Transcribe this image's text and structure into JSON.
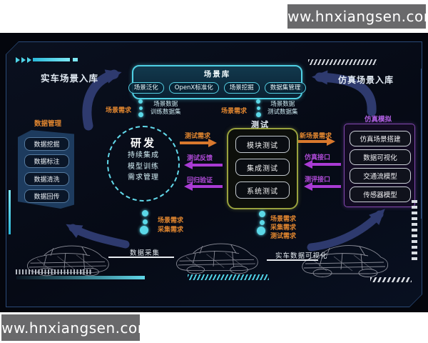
{
  "watermark": {
    "text": "www.hnxiangsen.com"
  },
  "colors": {
    "accent_cyan": "#5bd8e8",
    "accent_orange": "#e1862f",
    "accent_magenta": "#b04bd8",
    "test_border": "#99a23e",
    "sim_border": "#8348b0",
    "panel_border": "#2a4a78"
  },
  "top": {
    "real_entry": "实车场景入库",
    "sim_entry": "仿真场景入库"
  },
  "scenario_library": {
    "title": "场景库",
    "pills": [
      "场景泛化",
      "OpenX标准化",
      "场景挖掘",
      "数据集管理"
    ]
  },
  "left_link": {
    "demand": "场景需求",
    "data_line1": "场景数据",
    "data_line2": "训练数据集"
  },
  "right_link": {
    "demand": "场景需求",
    "data_line1": "场景数据",
    "data_line2": "测试数据集"
  },
  "rnd": {
    "title": "研发",
    "items": [
      "持续集成",
      "模型训练",
      "需求管理"
    ]
  },
  "test": {
    "title": "测试",
    "items": [
      "模块测试",
      "集成测试",
      "系统测试"
    ]
  },
  "sim": {
    "title": "仿真模拟",
    "items": [
      "仿真场景搭建",
      "数据可视化",
      "交通流模型",
      "传感器模型"
    ]
  },
  "data_mgmt": {
    "title": "数据管理",
    "items": [
      "数据挖掘",
      "数据标注",
      "数据清洗",
      "数据回传"
    ]
  },
  "rnd_test_arrows": {
    "forward": "测试需求",
    "back1": "测试反馈",
    "back2": "回归验证"
  },
  "test_sim_arrows": {
    "forward": "新场景需求",
    "back1": "仿真接口",
    "back2": "测评接口"
  },
  "bottom_left": {
    "labels": [
      "场景需求",
      "采集需求"
    ],
    "caption": "数据采集"
  },
  "bottom_right": {
    "labels": [
      "场景需求",
      "采集需求",
      "测试需求"
    ],
    "caption": "实车数据可视化"
  }
}
